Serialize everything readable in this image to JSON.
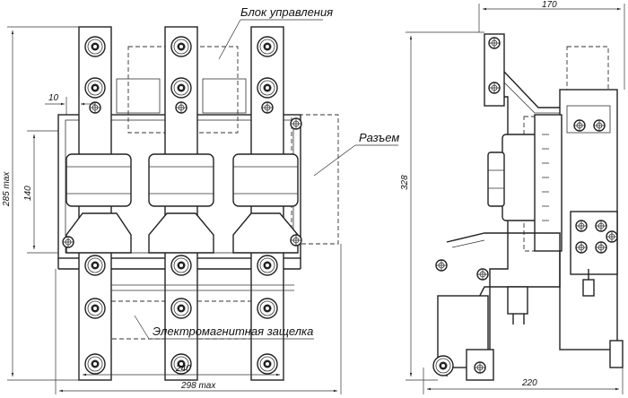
{
  "labels": {
    "control_block": "Блок управления",
    "connector": "Разъем",
    "latch": "Электромагнитная защелка"
  },
  "dimensions": {
    "front_height": "285 max",
    "front_mid": "140",
    "offset": "10",
    "pole_span": "240",
    "front_width": "298 max",
    "side_top": "170",
    "side_height": "328",
    "side_width": "220"
  }
}
